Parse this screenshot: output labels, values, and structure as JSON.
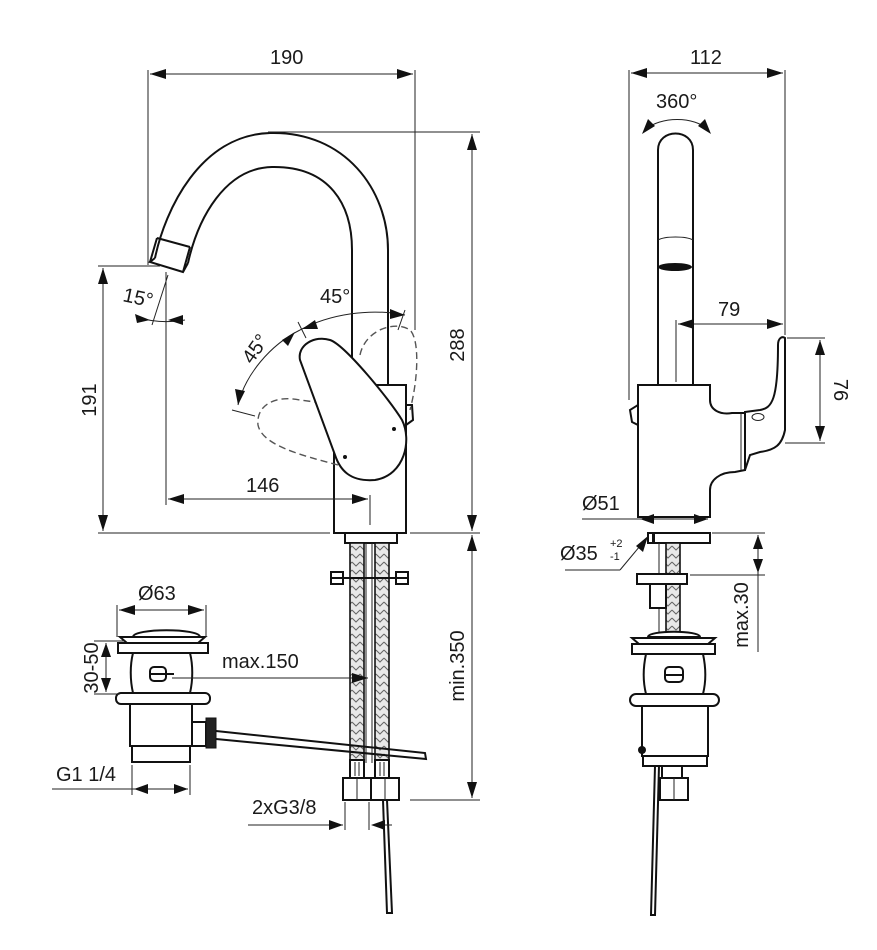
{
  "drawing": {
    "title": "Basin mixer with swivel spout — technical dimension drawing",
    "colors": {
      "line": "#111111",
      "dim_line": "#222222",
      "background": "#ffffff",
      "phantom": "#555555"
    },
    "front_view": {
      "dimensions": {
        "overall_width": "190",
        "overall_height": "288",
        "spout_height": "191",
        "spout_reach": "146",
        "spout_angle": "15°",
        "lever_angle_back": "45°",
        "lever_angle_front": "45°",
        "hose_length": "min.350",
        "waste_pull_rod": "max.150",
        "waste_diameter": "Ø63",
        "waste_clamp_range": "30-50",
        "waste_thread": "G1 1/4",
        "supply_connections": "2xG3/8"
      }
    },
    "side_view": {
      "dimensions": {
        "overall_depth": "112",
        "swivel": "360°",
        "lever_reach": "79",
        "lever_height": "76",
        "body_diameter": "Ø51",
        "hole_diameter": "Ø35",
        "hole_tol_plus": "+2",
        "hole_tol_minus": "-1",
        "deck_thickness": "max.30"
      }
    }
  }
}
